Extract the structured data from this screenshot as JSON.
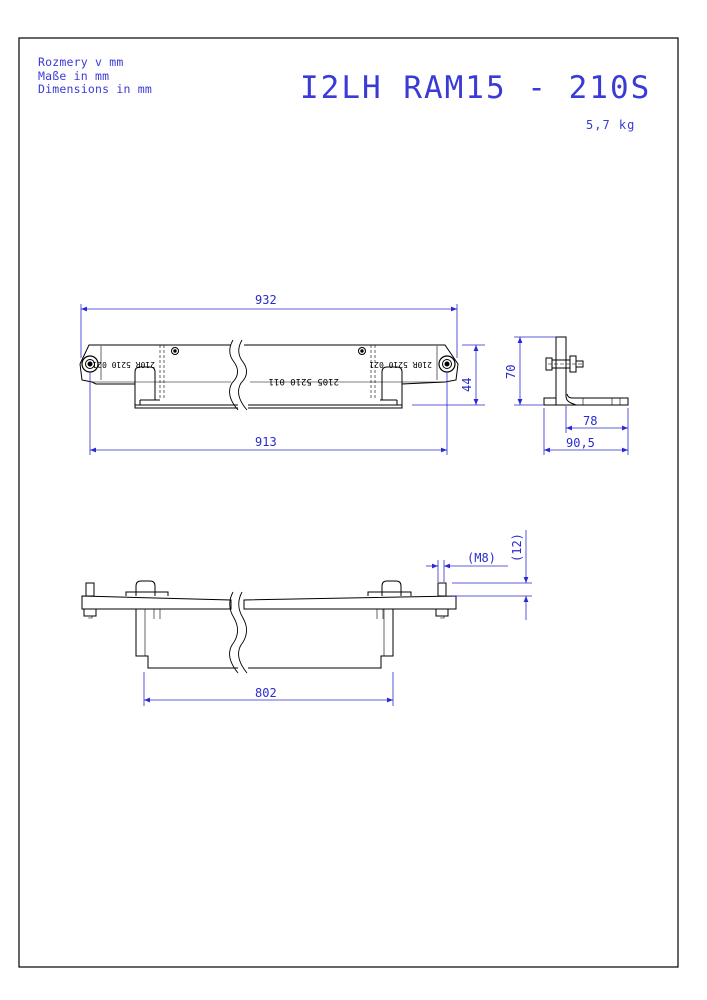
{
  "header": {
    "units_cz": "Rozmery v mm",
    "units_de": "Maße in mm",
    "units_en": "Dimensions in mm",
    "model": "I2LH RAM15 - 210S",
    "weight": "5,7 kg"
  },
  "front_view": {
    "length_overall": "932",
    "length_holes": "913",
    "height": "44",
    "marking_left": "210R 5210 021",
    "marking_right": "210R 5210 021",
    "marking_center": "2105 5210 011"
  },
  "side_view": {
    "height": "70",
    "base_width": "78",
    "total_width": "90,5"
  },
  "top_view": {
    "span": "802",
    "thread": "(M8)",
    "bolt_length": "(12)"
  },
  "colors": {
    "line": "#000000",
    "dimension": "#2a2ad0"
  }
}
